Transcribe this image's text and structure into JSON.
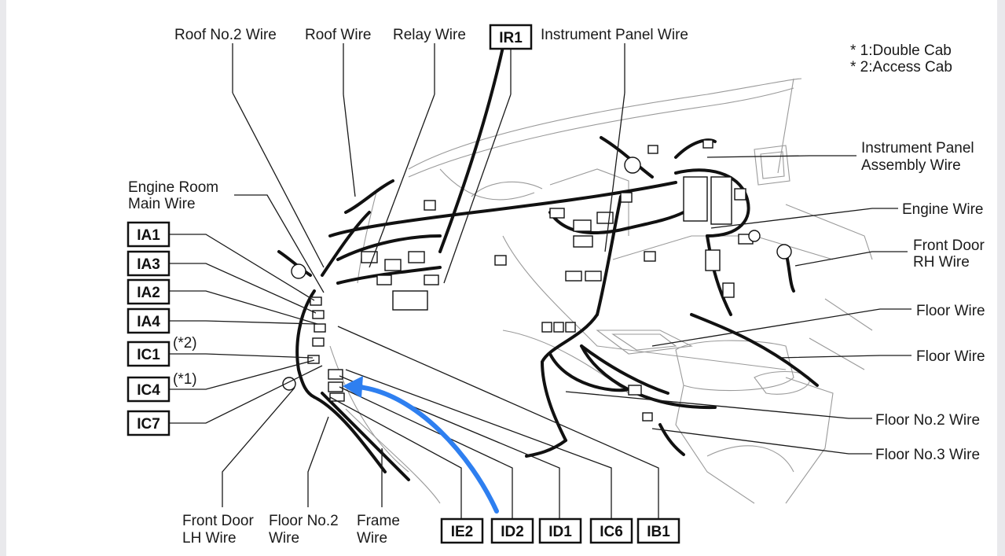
{
  "notes": [
    "* 1:Double Cab",
    "* 2:Access Cab"
  ],
  "top_labels": {
    "roof_no2": "Roof No.2 Wire",
    "roof": "Roof Wire",
    "relay": "Relay Wire",
    "ir1": "IR1",
    "instrument_panel": "Instrument Panel Wire"
  },
  "left_labels": {
    "engine_room_main": [
      "Engine Room",
      "Main Wire"
    ],
    "ia1": "IA1",
    "ia3": "IA3",
    "ia2": "IA2",
    "ia4": "IA4",
    "ic1": "IC1",
    "ic1_note": "(*2)",
    "ic4": "IC4",
    "ic4_note": "(*1)",
    "ic7": "IC7"
  },
  "right_labels": {
    "ip_assembly": [
      "Instrument Panel",
      "Assembly Wire"
    ],
    "engine": "Engine Wire",
    "front_door_rh": [
      "Front Door",
      "RH Wire"
    ],
    "floor_1": "Floor Wire",
    "floor_2": "Floor Wire",
    "floor_no2": "Floor No.2 Wire",
    "floor_no3": "Floor No.3 Wire"
  },
  "bottom_labels": {
    "front_door_lh": [
      "Front Door",
      "LH Wire"
    ],
    "floor_no2_b": [
      "Floor No.2",
      "Wire"
    ],
    "frame": [
      "Frame",
      "Wire"
    ],
    "ie2": "IE2",
    "id2": "ID2",
    "id1": "ID1",
    "ic6": "IC6",
    "ib1": "IB1"
  },
  "colors": {
    "arrow": "#2e7ff0",
    "ink": "#1a1a1a",
    "ghost": "#9a9a9a"
  }
}
